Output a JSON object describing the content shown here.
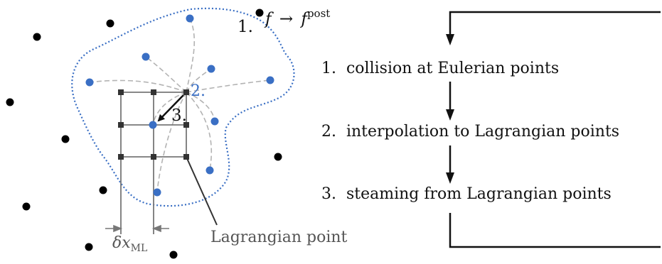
{
  "steps": [
    "1.  collision at Eulerian points",
    "2.  interpolation to Lagrangian points",
    "3.  steaming from Lagrangian points"
  ],
  "labels": {
    "step1_marker": "1.",
    "step2_marker": "2.",
    "step3_marker": "3.",
    "formula_f": "f",
    "formula_arrow": "→",
    "formula_fpost": "f",
    "formula_sup": "post",
    "lagrangian_point": "Lagrangian point",
    "delta_x": "δx",
    "delta_x_sub": "ML"
  },
  "colors": {
    "eulerian_point": "#000000",
    "lagrangian_point_blue": "#3a6fc4",
    "grid_line": "#777777",
    "grid_node": "#333333",
    "dashed_path": "#b3b3b3",
    "boundary_dotted": "#3a6fc4"
  }
}
